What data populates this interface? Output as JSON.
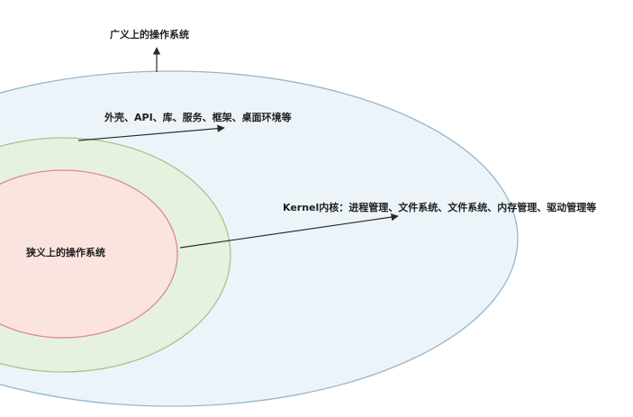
{
  "labels": {
    "broad_os": "广义上的操作系统",
    "userland": "外壳、API、库、服务、框架、桌面环境等",
    "kernel": "Kernel内核：进程管理、文件系统、文件系统、内存管理、驱动管理等",
    "narrow_os": "狭义上的操作系统"
  },
  "colors": {
    "outer_fill": "#edf4f9",
    "outer_stroke": "#97b6cc",
    "middle_fill": "#e6f1df",
    "middle_stroke": "#a3c58f",
    "inner_fill": "#fbe4df",
    "inner_stroke": "#dc8c86",
    "arrow": "#2a2a2a"
  }
}
